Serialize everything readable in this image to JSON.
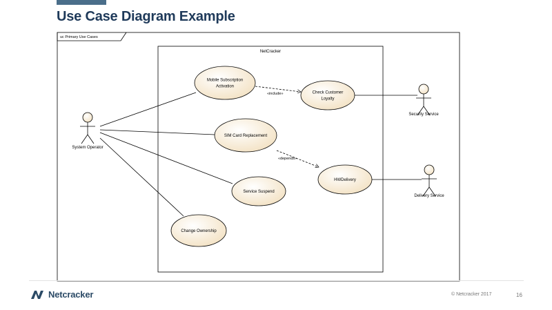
{
  "slide": {
    "title": "Use Case Diagram Example",
    "page_number": "16",
    "copyright": "© Netcracker 2017",
    "brand": "Netcracker"
  },
  "diagram": {
    "frame_label": "uc Primary Use Cases",
    "system_name": "NetCracker",
    "actors": [
      {
        "id": "system-operator",
        "label": "System Operator"
      },
      {
        "id": "security-service",
        "label": "Security Service"
      },
      {
        "id": "delivery-service",
        "label": "Delivery Service"
      }
    ],
    "use_cases": [
      {
        "id": "mobile-subscription-activation",
        "lines": [
          "Mobile Subscription",
          "Activation"
        ]
      },
      {
        "id": "check-customer-loyalty",
        "lines": [
          "Check Customer",
          "Loyalty"
        ]
      },
      {
        "id": "sim-card-replacement",
        "lines": [
          "SIM Card Replacement"
        ]
      },
      {
        "id": "hw-delivery",
        "lines": [
          "HWDelivery"
        ]
      },
      {
        "id": "service-suspend",
        "lines": [
          "Service Suspend"
        ]
      },
      {
        "id": "change-ownership",
        "lines": [
          "Change Ownership"
        ]
      }
    ],
    "associations": [
      [
        "system-operator",
        "mobile-subscription-activation"
      ],
      [
        "system-operator",
        "sim-card-replacement"
      ],
      [
        "system-operator",
        "service-suspend"
      ],
      [
        "system-operator",
        "change-ownership"
      ],
      [
        "security-service",
        "check-customer-loyalty"
      ],
      [
        "delivery-service",
        "hw-delivery"
      ]
    ],
    "dependencies": [
      {
        "from": "mobile-subscription-activation",
        "to": "check-customer-loyalty",
        "label": "«include»"
      },
      {
        "from": "sim-card-replacement",
        "to": "hw-delivery",
        "label": "«depends»"
      }
    ],
    "colors": {
      "use_case_fill": "#fbf0dc",
      "use_case_fill_center": "#ffffff",
      "stroke": "#000000",
      "title": "#1f3a5a",
      "accent_bar": "#4a6e8a"
    }
  }
}
